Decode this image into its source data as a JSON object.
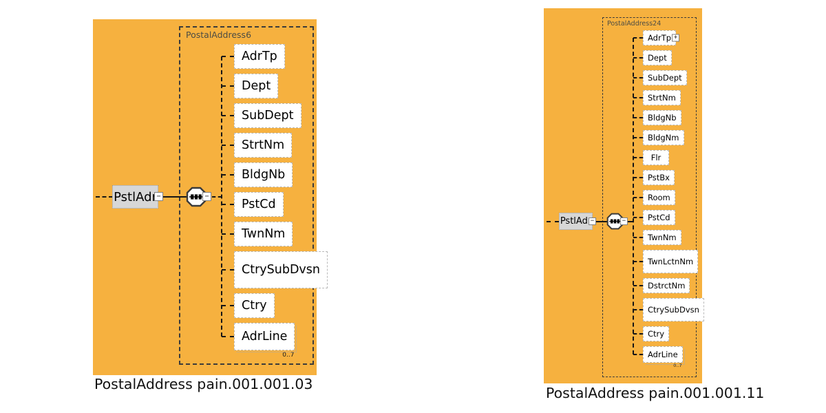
{
  "colors": {
    "panel_background": "#F6B13F",
    "root_box_fill": "#D7D7D7",
    "element_box_fill": "#FFFFFF",
    "line_color": "#161616",
    "frame_border": "#3B3B3B"
  },
  "icons": {
    "collapse_glyph": "−",
    "expand_glyph": "+",
    "sequence_icon": "octagon-with-three-squares"
  },
  "diagrams": [
    {
      "container_label": "PostalAddress6",
      "root_label": "PstlAdr",
      "compositor": "sequence",
      "caption": "PostalAddress pain.001.001.03",
      "children": [
        {
          "label": "AdrTp"
        },
        {
          "label": "Dept"
        },
        {
          "label": "SubDept"
        },
        {
          "label": "StrtNm"
        },
        {
          "label": "BldgNb"
        },
        {
          "label": "PstCd"
        },
        {
          "label": "TwnNm"
        },
        {
          "label": "CtrySubDvsn"
        },
        {
          "label": "Ctry"
        },
        {
          "label": "AdrLine",
          "occurs": "0..7",
          "stacked": true
        }
      ]
    },
    {
      "container_label": "PostalAddress24",
      "root_label": "PstlAdr",
      "compositor": "sequence",
      "caption": "PostalAddress pain.001.001.11",
      "children": [
        {
          "label": "AdrTp",
          "expandable": true
        },
        {
          "label": "Dept"
        },
        {
          "label": "SubDept"
        },
        {
          "label": "StrtNm"
        },
        {
          "label": "BldgNb"
        },
        {
          "label": "BldgNm"
        },
        {
          "label": "Flr"
        },
        {
          "label": "PstBx"
        },
        {
          "label": "Room"
        },
        {
          "label": "PstCd"
        },
        {
          "label": "TwnNm"
        },
        {
          "label": "TwnLctnNm"
        },
        {
          "label": "DstrctNm"
        },
        {
          "label": "CtrySubDvsn"
        },
        {
          "label": "Ctry"
        },
        {
          "label": "AdrLine",
          "occurs": "0..7",
          "stacked": true
        }
      ]
    }
  ]
}
